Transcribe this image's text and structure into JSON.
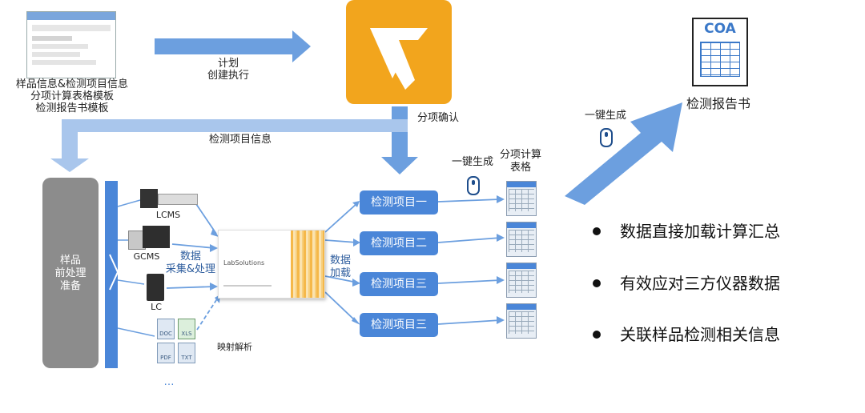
{
  "template_caption": [
    "样品信息&检测项目信息",
    "分项计算表格模板",
    "检测报告书模板"
  ],
  "plan_label": [
    "计划",
    "创建执行"
  ],
  "confirm_label": "分项确认",
  "info_back_label": "检测项目信息",
  "pretreat_label": [
    "样品",
    "前处理",
    "准备"
  ],
  "instruments": [
    "LCMS",
    "GCMS",
    "LC"
  ],
  "data_collect_label": [
    "数据",
    "采集&处理"
  ],
  "mapping_label": "映射解析",
  "file_types": [
    "DOC",
    "XLS",
    "PDF",
    "TXT"
  ],
  "ellipsis": "…",
  "software_name": "LabSolutions",
  "data_load_label": [
    "数据",
    "加载"
  ],
  "items": [
    "检测项目一",
    "检测项目二",
    "检测项目三",
    "检测项目三"
  ],
  "one_click_left": "一键生成",
  "sheet_label": [
    "分项计算",
    "表格"
  ],
  "one_click_right": "一键生成",
  "report_badge": "COA",
  "report_label": "检测报告书",
  "bullets": [
    "数据直接加载计算汇总",
    "有效应对三方仪器数据",
    "关联样品检测相关信息"
  ],
  "colors": {
    "arrow": "#6c9fdf",
    "arrow_light": "#a9c6ec",
    "box": "#4a86d8",
    "logo_bg": "#f2a51d",
    "pretreat": "#8c8c8c"
  }
}
